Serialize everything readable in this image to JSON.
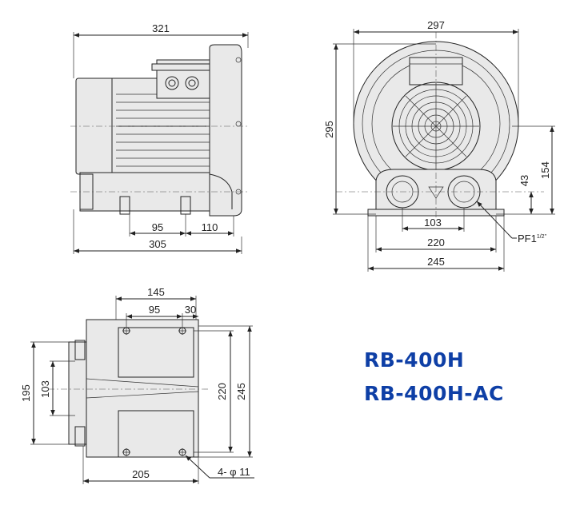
{
  "side_view": {
    "dims": {
      "overall_length": "321",
      "foot_span": "95",
      "foot_offset": "110",
      "base_length": "305"
    }
  },
  "front_view": {
    "dims": {
      "width": "297",
      "height": "295",
      "outlet_height": "154",
      "port_height": "43",
      "port_spacing": "103",
      "base_inner": "220",
      "base_outer": "245"
    },
    "port_label_main": "PF1",
    "port_label_fraction": "1/2\""
  },
  "base_view": {
    "dims": {
      "width_top": "145",
      "hole_offset": "95",
      "hole_edge": "30",
      "height_outer": "245",
      "height_inner": "220",
      "left_outer": "195",
      "left_inner": "103",
      "bottom_length": "205"
    },
    "holes_label": "4- φ 11"
  },
  "models": [
    "RB-400H",
    "RB-400H-AC"
  ],
  "colors": {
    "model_text": "#0e3fa6",
    "line": "#222222",
    "fill": "#e9e9e9"
  }
}
